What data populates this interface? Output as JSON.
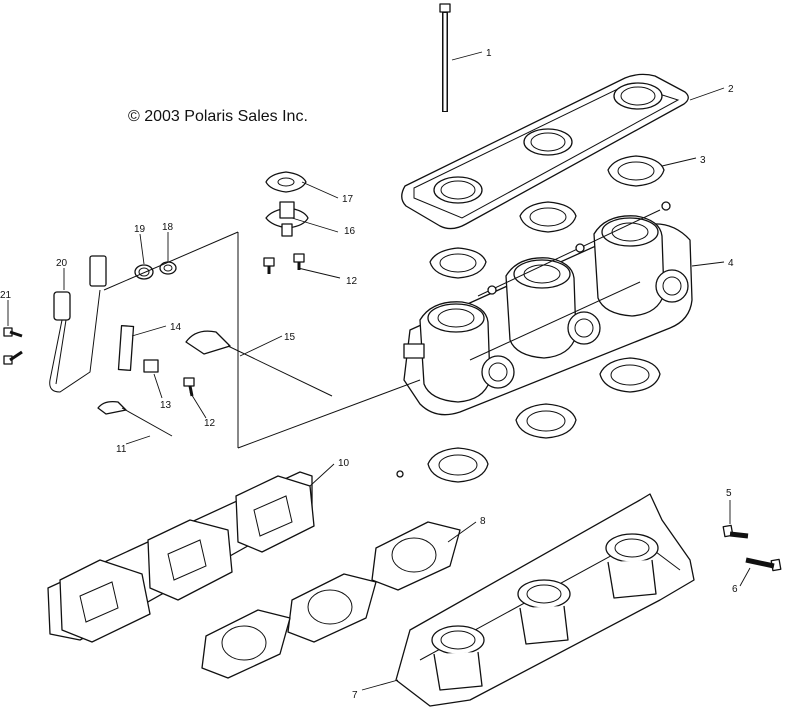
{
  "copyright": "© 2003 Polaris Sales Inc.",
  "callouts": [
    {
      "id": "c1",
      "label": "1"
    },
    {
      "id": "c2",
      "label": "2"
    },
    {
      "id": "c3",
      "label": "3"
    },
    {
      "id": "c4",
      "label": "4"
    },
    {
      "id": "c5",
      "label": "5"
    },
    {
      "id": "c6",
      "label": "6"
    },
    {
      "id": "c7",
      "label": "7"
    },
    {
      "id": "c8",
      "label": "8"
    },
    {
      "id": "c10",
      "label": "10"
    },
    {
      "id": "c11",
      "label": "11"
    },
    {
      "id": "c12a",
      "label": "12"
    },
    {
      "id": "c12b",
      "label": "12"
    },
    {
      "id": "c13",
      "label": "13"
    },
    {
      "id": "c14",
      "label": "14"
    },
    {
      "id": "c15",
      "label": "15"
    },
    {
      "id": "c16",
      "label": "16"
    },
    {
      "id": "c17",
      "label": "17"
    },
    {
      "id": "c18",
      "label": "18"
    },
    {
      "id": "c19",
      "label": "19"
    },
    {
      "id": "c20",
      "label": "20"
    },
    {
      "id": "c21",
      "label": "21"
    }
  ]
}
